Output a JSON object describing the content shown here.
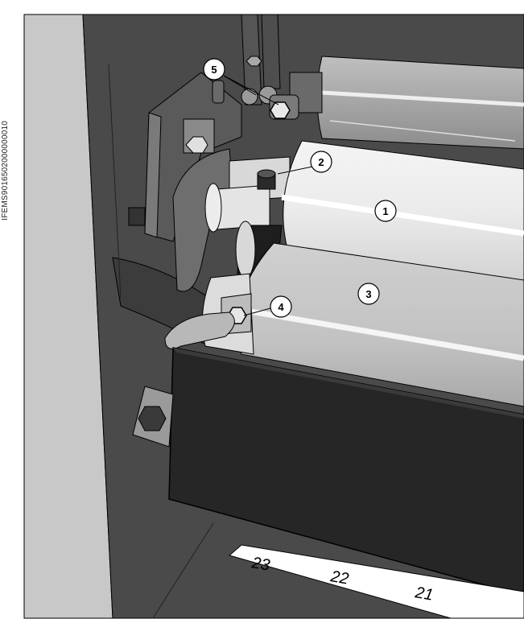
{
  "reference_code": "IFEMS9016502000000010",
  "callouts": [
    {
      "id": "1",
      "text": "1"
    },
    {
      "id": "2",
      "text": "2"
    },
    {
      "id": "3",
      "text": "3"
    },
    {
      "id": "4",
      "text": "4"
    },
    {
      "id": "5",
      "text": "5"
    }
  ],
  "scale_labels": [
    "23",
    "22",
    "21"
  ],
  "colors": {
    "cabinet_dark": "#4a4a4a",
    "roller_light": "#e6e6e6",
    "roller_mid": "#bdbdbd",
    "panel_black": "#262626",
    "side_panel": "#c8c8c8"
  }
}
